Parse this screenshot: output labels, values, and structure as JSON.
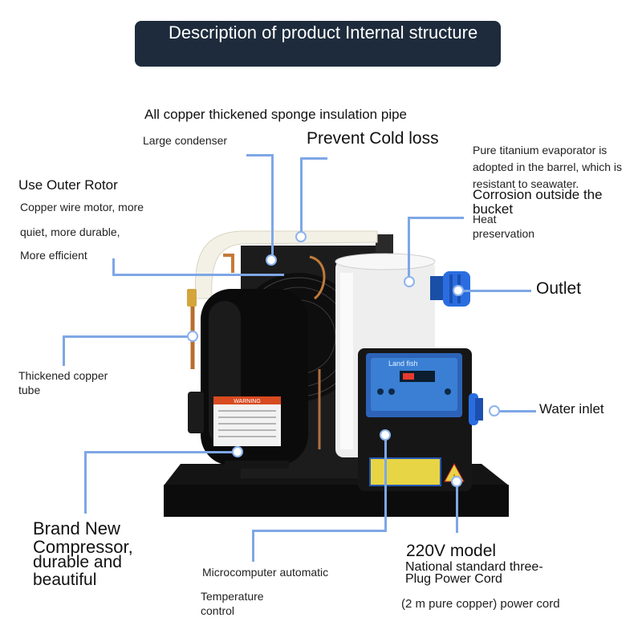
{
  "banner": {
    "title": "Description of product Internal structure"
  },
  "labels": {
    "insulation_pipe": "All copper thickened sponge insulation pipe",
    "condenser": "Large condenser",
    "prevent_cold": "Prevent Cold loss",
    "evaporator": "Pure titanium evaporator is adopted in the barrel, which is resistant to seawater.",
    "corrosion": "Corrosion outside the bucket",
    "heat_preservation": "Heat preservation",
    "outer_rotor_title": "Use Outer Rotor",
    "outer_rotor_line1": "Copper wire motor, more",
    "outer_rotor_line2": "quiet, more durable,",
    "outer_rotor_line3": "More efficient",
    "outlet": "Outlet",
    "copper_tube": "Thickened copper tube",
    "water_inlet": "Water inlet",
    "compressor_title": "Brand New Compressor,",
    "compressor_sub": "durable and beautiful",
    "microcomputer": "Microcomputer automatic",
    "temperature": "Temperature control",
    "model_title": "220V model",
    "plug_line1": "National standard three-",
    "plug_line2": "Plug Power Cord",
    "power_cord": "(2 m pure copper) power cord"
  },
  "device": {
    "brand": "Land fish",
    "warning": "WARNING",
    "colors": {
      "base": "#111111",
      "compressor": "#0b0b0b",
      "tank": "#eeeeee",
      "fitting": "#1f64d8",
      "panel": "#2c63b8",
      "accent": "#7ea7e6"
    }
  }
}
